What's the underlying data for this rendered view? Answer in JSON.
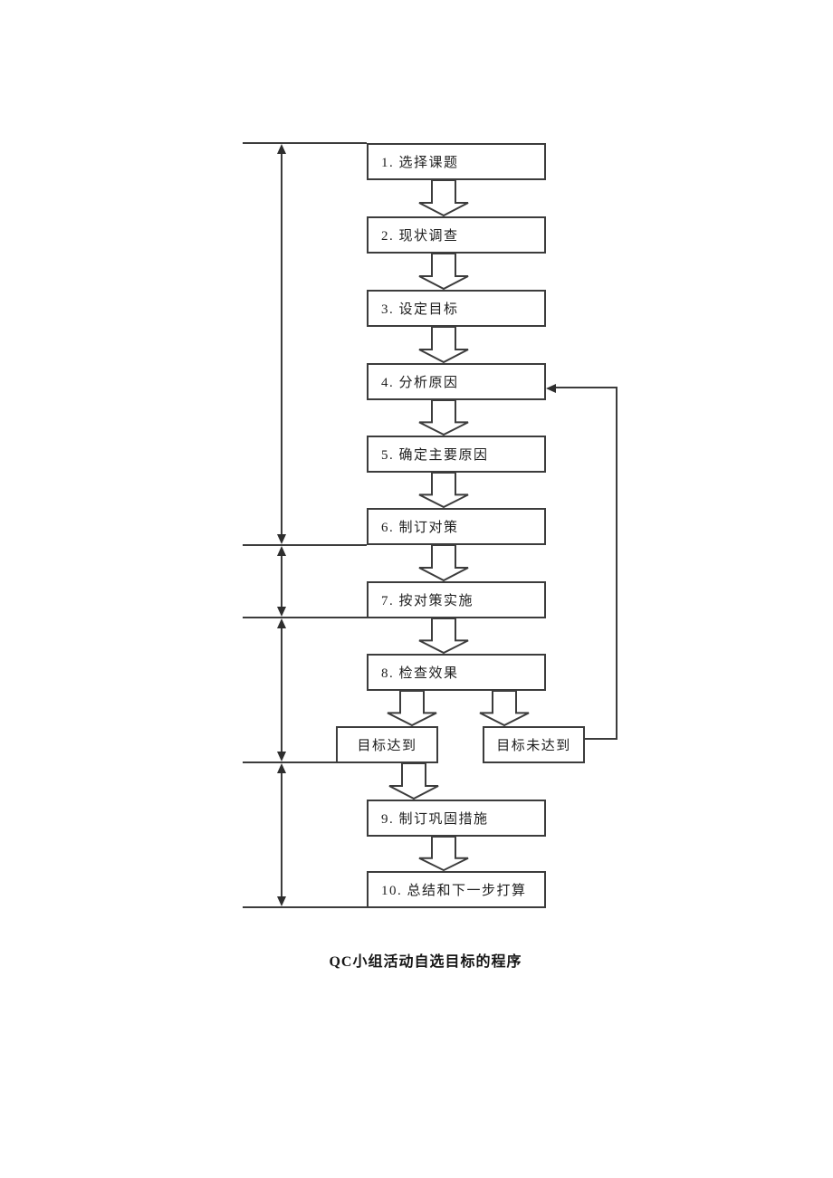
{
  "flow": {
    "caption": "QC小组活动自选目标的程序",
    "steps": [
      {
        "label": "1. 选择课题"
      },
      {
        "label": "2. 现状调查"
      },
      {
        "label": "3. 设定目标"
      },
      {
        "label": "4. 分析原因"
      },
      {
        "label": "5. 确定主要原因"
      },
      {
        "label": "6. 制订对策"
      },
      {
        "label": "7. 按对策实施"
      },
      {
        "label": "8. 检查效果"
      },
      {
        "label": "9. 制订巩固措施"
      },
      {
        "label": "10. 总结和下一步打算"
      }
    ],
    "decision": {
      "achieved": "目标达到",
      "not_achieved": "目标未达到"
    },
    "loop_back": {
      "from": "目标未达到",
      "to": "4. 分析原因"
    },
    "colors": {
      "background": "#ffffff",
      "line": "#3c3c3c",
      "box_border": "#3c3c3c",
      "box_fill": "#ffffff",
      "text": "#1e1e1e"
    }
  }
}
